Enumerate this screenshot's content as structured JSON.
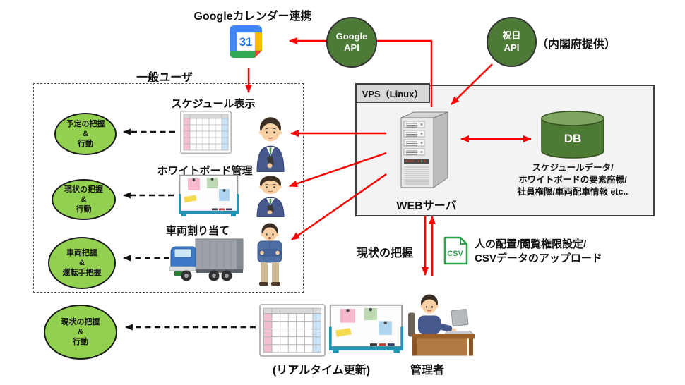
{
  "integration": {
    "title": "Googleカレンダー連携",
    "calendar_day": "31",
    "google_api_line1": "Google",
    "google_api_line2": "API",
    "holiday_api_line1": "祝日",
    "holiday_api_line2": "API",
    "holiday_api_note": "（内閣府提供）"
  },
  "vps": {
    "label": "VPS（Linux）",
    "web_server_label": "WEBサーバ",
    "db_label": "DB",
    "db_desc_line1": "スケジュールデータ/",
    "db_desc_line2": "ホワイトボードの要素座標/",
    "db_desc_line3": "社員権限/車両配車情報 etc.."
  },
  "users": {
    "title": "一般ユーザ",
    "row1": {
      "outcome1": "予定の把握",
      "outcome2": "&",
      "outcome3": "行動",
      "label": "スケジュール表示"
    },
    "row2": {
      "outcome1": "現状の把握",
      "outcome2": "&",
      "outcome3": "行動",
      "label": "ホワイトボード管理"
    },
    "row3": {
      "outcome1": "車両把握",
      "outcome2": "&",
      "outcome3": "運転手把握",
      "label": "車両割り当て"
    }
  },
  "realtime": {
    "outcome1": "現状の把握",
    "outcome2": "&",
    "outcome3": "行動",
    "label": "(リアルタイム更新)"
  },
  "admin": {
    "status_label": "現状の把握",
    "csv_label": "CSV",
    "csv_note_line1": "人の配置/閲覧権限設定/",
    "csv_note_line2": "CSVデータのアップロード",
    "person_label": "管理者"
  },
  "colors": {
    "arrow_red": "#ff0000",
    "api_circle_green": "#4e7a37",
    "outcome_ellipse_green": "#92d050",
    "db_cylinder_green": "#4e7b33",
    "csv_green": "#2fa24e"
  }
}
